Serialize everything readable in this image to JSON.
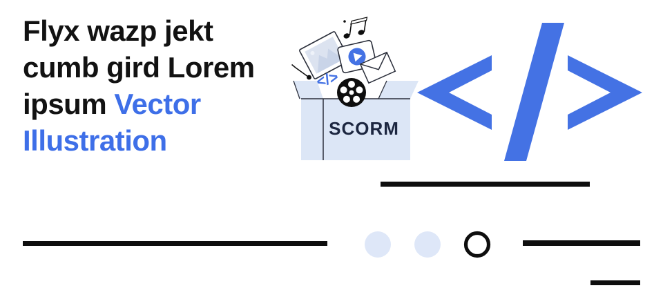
{
  "headline": {
    "line1": "Flyx wazp jekt",
    "line2": "cumb gird Lorem",
    "line3_prefix": "ipsum",
    "line3_accent": "Vector",
    "line4_accent": "Illustration"
  },
  "illustration": {
    "box_label": "SCORM",
    "code_snippet": "</>",
    "icon_names": [
      "open-box-icon",
      "film-reel-icon",
      "image-icon",
      "music-notes-icon",
      "music-note-icon",
      "video-play-icon",
      "envelope-icon",
      "code-snippet-icon",
      "code-brackets-icon"
    ]
  },
  "colors": {
    "accent_blue": "#4472E4",
    "headline_blue": "#3E6FE8",
    "headline_black": "#121212",
    "periwinkle": "#DCE6F6",
    "dot_periwinkle": "#DEE7F8",
    "line_black": "#0E0E0E",
    "outline_dark": "#2B2F3B",
    "box_label_color": "#1C2640",
    "photo_fill": "#DCE3F0",
    "photo_mountain": "#C9D4E8",
    "white": "#FFFFFF"
  }
}
